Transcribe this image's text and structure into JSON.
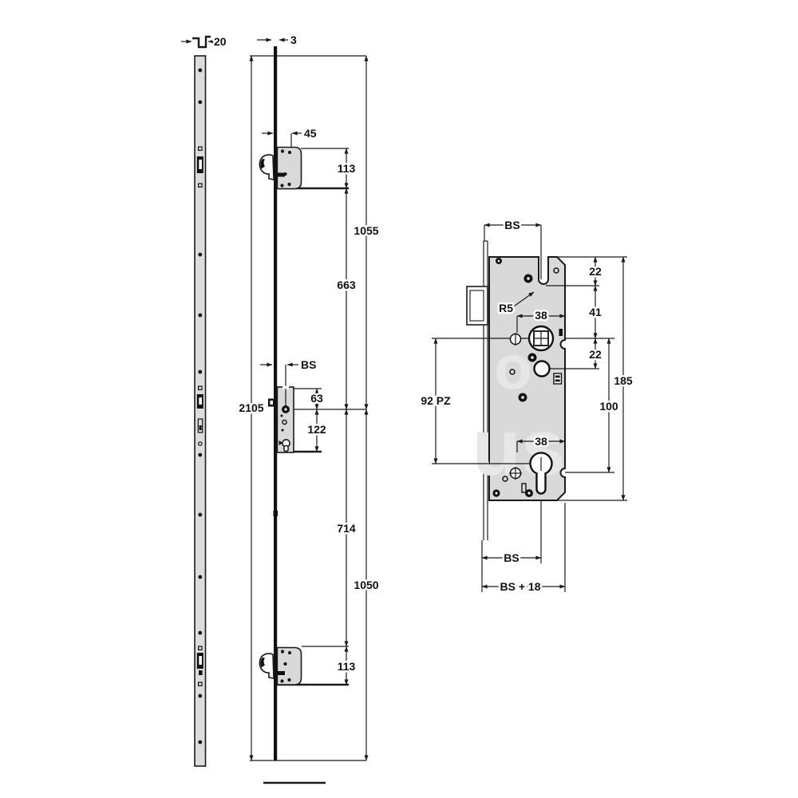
{
  "drawing": {
    "description": "Technical dimension drawing of a multipoint door lock with keeper strip, full lock rail and enlarged centre case detail",
    "colors": {
      "line": "#1a1a1a",
      "case_fill": "#d9d9d9",
      "watermark": "#e7e7e7"
    },
    "keeper_strip": {
      "profile_width": "20"
    },
    "lock_view": {
      "faceplate_thickness": "3",
      "overall_length": "2105",
      "top_to_centre": "1055",
      "upper_case_height": "113",
      "upper_case_to_centre": "663",
      "hook_offset": "45",
      "backset": "BS",
      "centre_upper": "63",
      "centre_lower": "122",
      "centre_to_lower_case": "714",
      "centre_to_bottom": "1050",
      "lower_case_height": "113"
    },
    "case_detail": {
      "backset_top": "BS",
      "edge_to_slot": "22",
      "slot_to_follower": "41",
      "follower_slot_width": "38",
      "follower_to_pin": "22",
      "slot_radius": "R5",
      "handle_to_cylinder": "92 PZ",
      "follower_to_notch": "100",
      "case_height": "185",
      "cylinder_slot_width": "38",
      "backset_bottom": "BS",
      "plate_projection": "BS + 18",
      "watermark_upper": "o",
      "watermark_lower": "us"
    }
  }
}
